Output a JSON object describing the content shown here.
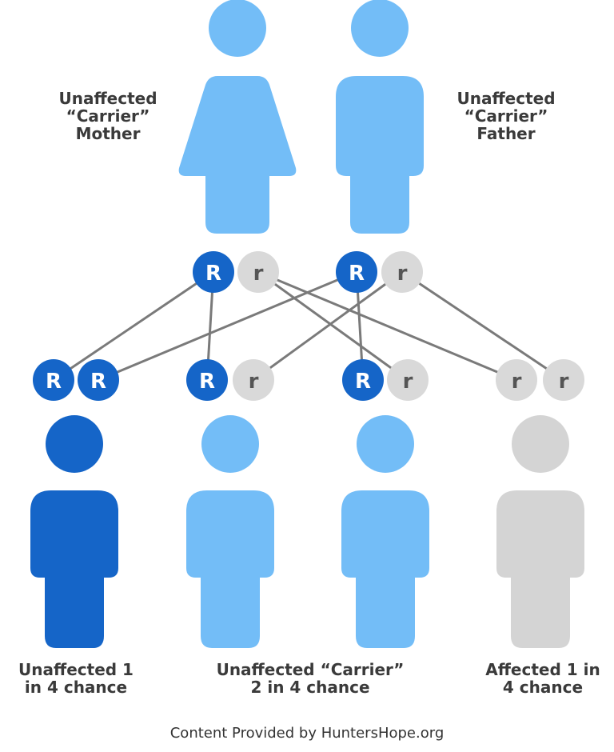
{
  "colors": {
    "dominant": "#1565c8",
    "carrier": "#73bdf7",
    "affected": "#d4d4d4",
    "recessive_allele": "#d9d9d9",
    "line": "#7a7a7a",
    "text": "#3a3a3a"
  },
  "parents": {
    "mother": {
      "label": "Unaffected\n“Carrier”\nMother",
      "alleles": [
        "R",
        "r"
      ]
    },
    "father": {
      "label": "Unaffected\n“Carrier”\nFather",
      "alleles": [
        "R",
        "r"
      ]
    }
  },
  "children": [
    {
      "alleles": [
        "R",
        "R"
      ]
    },
    {
      "alleles": [
        "R",
        "r"
      ]
    },
    {
      "alleles": [
        "R",
        "r"
      ]
    },
    {
      "alleles": [
        "r",
        "r"
      ]
    }
  ],
  "outcomes": {
    "unaffected": "Unaffected 1\nin 4 chance",
    "carrier": "Unaffected “Carrier”\n2 in 4 chance",
    "affected": "Affected 1 in\n4 chance"
  },
  "footer": "Content Provided by HuntersHope.org"
}
